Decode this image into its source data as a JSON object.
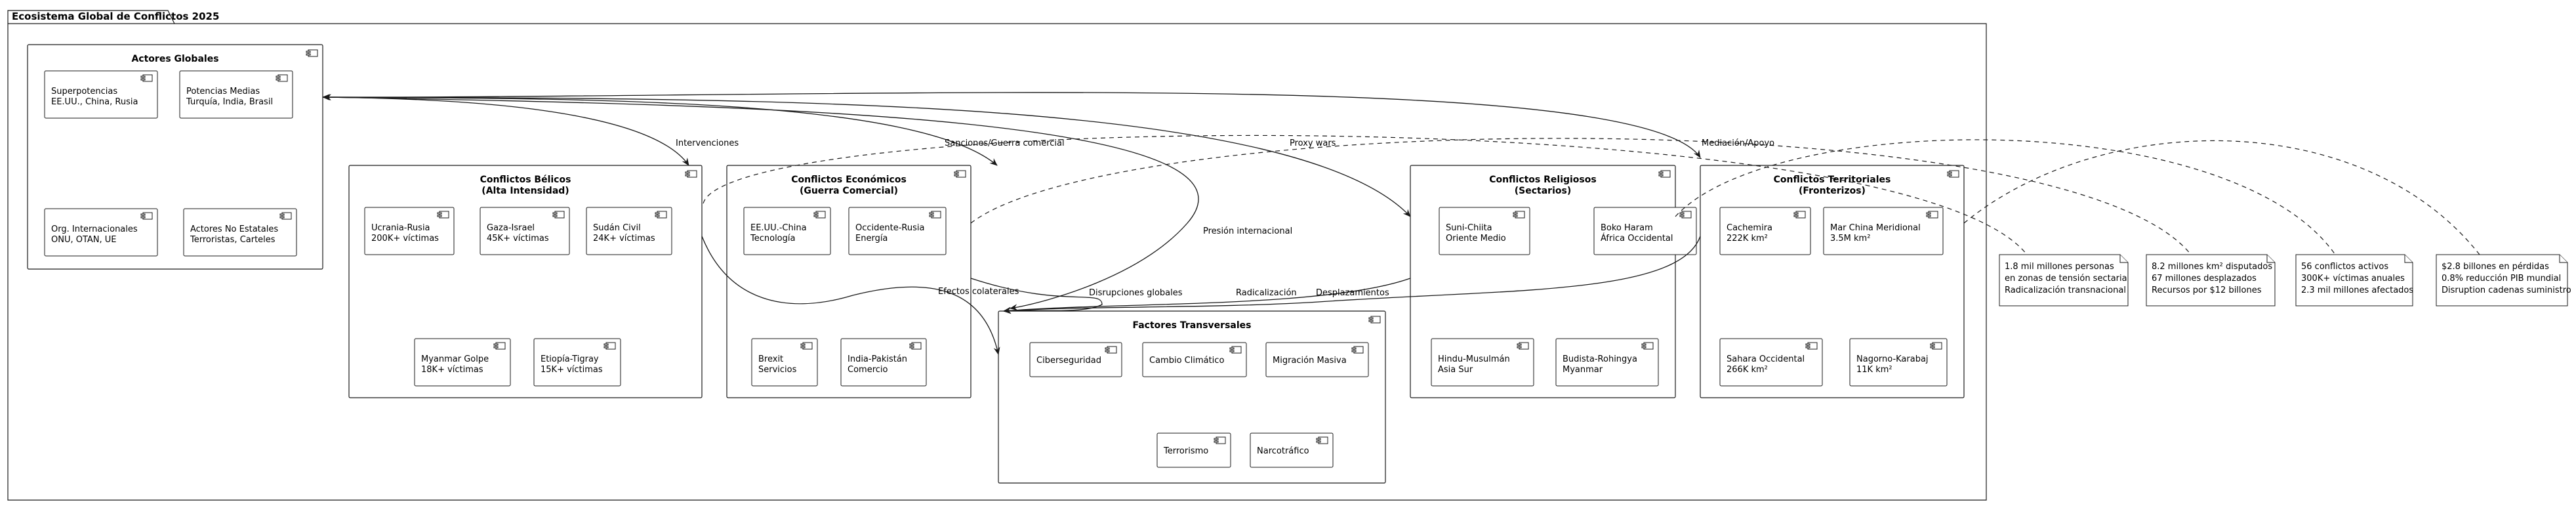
{
  "diagram": {
    "title": "Ecosistema Global de Conflictos 2025",
    "packages": {
      "actores": {
        "title_lines": [
          "Actores Globales"
        ],
        "components": [
          {
            "lines": [
              "Superpotencias",
              "EE.UU., China, Rusia"
            ]
          },
          {
            "lines": [
              "Potencias Medias",
              "Turquía, India, Brasil"
            ]
          },
          {
            "lines": [
              "Org. Internacionales",
              "ONU, OTAN, UE"
            ]
          },
          {
            "lines": [
              "Actores No Estatales",
              "Terroristas, Carteles"
            ]
          }
        ]
      },
      "belicos": {
        "title_lines": [
          "Conflictos Bélicos",
          "(Alta Intensidad)"
        ],
        "components": [
          {
            "lines": [
              "Ucrania-Rusia",
              "200K+ víctimas"
            ]
          },
          {
            "lines": [
              "Gaza-Israel",
              "45K+ víctimas"
            ]
          },
          {
            "lines": [
              "Sudán Civil",
              "24K+ víctimas"
            ]
          },
          {
            "lines": [
              "Myanmar Golpe",
              "18K+ víctimas"
            ]
          },
          {
            "lines": [
              "Etiopía-Tigray",
              "15K+ víctimas"
            ]
          }
        ]
      },
      "economicos": {
        "title_lines": [
          "Conflictos Económicos",
          "(Guerra Comercial)"
        ],
        "components": [
          {
            "lines": [
              "EE.UU.-China",
              "Tecnología"
            ]
          },
          {
            "lines": [
              "Occidente-Rusia",
              "Energía"
            ]
          },
          {
            "lines": [
              "Brexit",
              "Servicios"
            ]
          },
          {
            "lines": [
              "India-Pakistán",
              "Comercio"
            ]
          }
        ]
      },
      "transversales": {
        "title_lines": [
          "Factores Transversales"
        ],
        "components": [
          {
            "lines": [
              "Ciberseguridad"
            ]
          },
          {
            "lines": [
              "Cambio Climático"
            ]
          },
          {
            "lines": [
              "Migración Masiva"
            ]
          },
          {
            "lines": [
              "Terrorismo"
            ]
          },
          {
            "lines": [
              "Narcotráfico"
            ]
          }
        ]
      },
      "religiosos": {
        "title_lines": [
          "Conflictos Religiosos",
          "(Sectarios)"
        ],
        "components": [
          {
            "lines": [
              "Suni-Chiita",
              "Oriente Medio"
            ]
          },
          {
            "lines": [
              "Boko Haram",
              "África Occidental"
            ]
          },
          {
            "lines": [
              "Hindu-Musulmán",
              "Asia Sur"
            ]
          },
          {
            "lines": [
              "Budista-Rohingya",
              "Myanmar"
            ]
          }
        ]
      },
      "territoriales": {
        "title_lines": [
          "Conflictos Territoriales",
          "(Fronterizos)"
        ],
        "components": [
          {
            "lines": [
              "Cachemira",
              "222K km²"
            ]
          },
          {
            "lines": [
              "Mar China Meridional",
              "3.5M km²"
            ]
          },
          {
            "lines": [
              "Sahara Occidental",
              "266K km²"
            ]
          },
          {
            "lines": [
              "Nagorno-Karabaj",
              "11K km²"
            ]
          }
        ]
      }
    },
    "notes": [
      {
        "lines": [
          "1.8 mil millones personas",
          "en zonas de tensión sectaria",
          "Radicalización transnacional"
        ]
      },
      {
        "lines": [
          "8.2 millones km² disputados",
          "67 millones desplazados",
          "Recursos por $12 billones"
        ]
      },
      {
        "lines": [
          "56 conflictos activos",
          "300K+ víctimas anuales",
          "2.3 mil millones afectados"
        ]
      },
      {
        "lines": [
          "$2.8 billones en pérdidas",
          "0.8% reducción PIB mundial",
          "Disruption cadenas suministro"
        ]
      }
    ],
    "edge_labels": {
      "intervenciones": "Intervenciones",
      "sanciones": "Sanciones/Guerra comercial",
      "proxy": "Proxy wars",
      "mediacion": "Mediación/Apoyo",
      "presion": "Presión internacional",
      "efectos": "Efectos colaterales",
      "disrupciones": "Disrupciones globales",
      "radicalizacion": "Radicalización",
      "desplazamientos": "Desplazamientos"
    }
  }
}
